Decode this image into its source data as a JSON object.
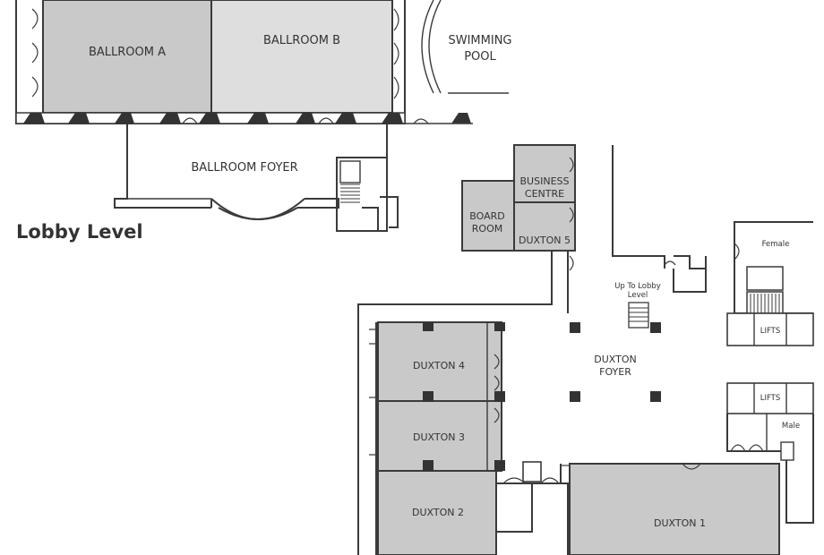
{
  "map": {
    "level_title": "Lobby Level",
    "rooms": {
      "ballroom_a": "BALLROOM A",
      "ballroom_b": "BALLROOM B",
      "swimming_pool_line1": "SWIMMING",
      "swimming_pool_line2": "POOL",
      "ballroom_foyer": "BALLROOM FOYER",
      "business_centre_line1": "BUSINESS",
      "business_centre_line2": "CENTRE",
      "board_room_line1": "BOARD",
      "board_room_line2": "ROOM",
      "duxton_5": "DUXTON 5",
      "duxton_4": "DUXTON 4",
      "duxton_3": "DUXTON 3",
      "duxton_2": "DUXTON 2",
      "duxton_1": "DUXTON 1",
      "duxton_foyer_line1": "DUXTON",
      "duxton_foyer_line2": "FOYER",
      "up_to_lobby_line1": "Up To Lobby",
      "up_to_lobby_line2": "Level",
      "female": "Female",
      "male": "Male",
      "lifts_upper": "LIFTS",
      "lifts_lower": "LIFTS"
    },
    "colors": {
      "room_dark": "#c9c9c9",
      "room_light": "#dedede",
      "wall": "#3a3a3a",
      "column": "#333333"
    }
  }
}
